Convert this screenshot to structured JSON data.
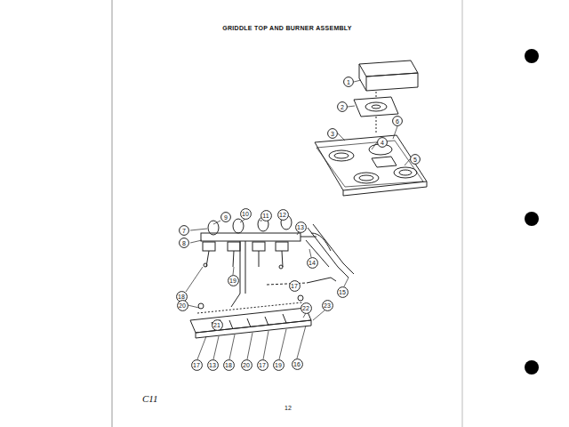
{
  "diagram": {
    "title": "GRIDDLE TOP AND BURNER ASSEMBLY",
    "nodes": [
      {
        "text": [
          "1"
        ]
      },
      {
        "text": [
          "2"
        ]
      },
      {
        "text": [
          "3"
        ]
      },
      {
        "text": [
          "4"
        ]
      },
      {
        "text": [
          "5"
        ]
      },
      {
        "text": [
          "6"
        ]
      },
      {
        "text": [
          "7"
        ]
      },
      {
        "text": [
          "8"
        ]
      },
      {
        "text": [
          "9"
        ]
      },
      {
        "text": [
          "10"
        ]
      },
      {
        "text": [
          "11"
        ]
      },
      {
        "text": [
          "12"
        ]
      },
      {
        "text": [
          "13"
        ]
      },
      {
        "text": [
          "14"
        ]
      },
      {
        "text": [
          "15"
        ]
      },
      {
        "text": [
          "17"
        ]
      },
      {
        "text": [
          "18"
        ]
      },
      {
        "text": [
          "19"
        ]
      },
      {
        "text": [
          "20"
        ]
      },
      {
        "text": [
          "21"
        ]
      },
      {
        "text": [
          "22"
        ]
      },
      {
        "text": [
          "23"
        ]
      },
      {
        "text": [
          "17"
        ]
      },
      {
        "text": [
          "13"
        ]
      },
      {
        "text": [
          "18"
        ]
      },
      {
        "text": [
          "20"
        ]
      },
      {
        "text": [
          "17"
        ]
      },
      {
        "text": [
          "19"
        ]
      },
      {
        "text": [
          "16"
        ]
      }
    ],
    "labels": [
      "C11",
      "12"
    ]
  }
}
